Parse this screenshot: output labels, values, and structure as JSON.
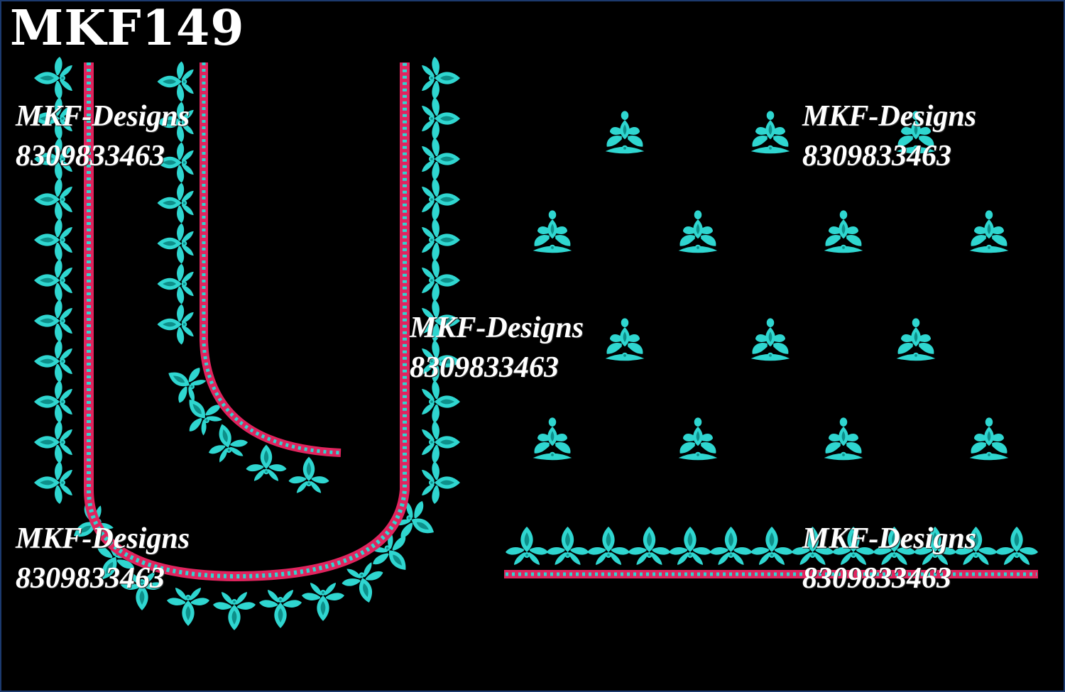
{
  "design_code": "MKF149",
  "watermarks": [
    {
      "brand": "MKF-Designs",
      "phone": "8309833463"
    },
    {
      "brand": "MKF-Designs",
      "phone": "8309833463"
    },
    {
      "brand": "MKF-Designs",
      "phone": "8309833463"
    },
    {
      "brand": "MKF-Designs",
      "phone": "8309833463"
    },
    {
      "brand": "MKF-Designs",
      "phone": "8309833463"
    }
  ],
  "colors": {
    "background": "#000000",
    "frame": "#1c3a6e",
    "motif": "#2fd6d0",
    "motif_dark": "#0e8f8a",
    "border_line": "#e0245e",
    "text": "#ffffff"
  },
  "icons": [
    "leaf-motif-icon",
    "bud-motif-icon"
  ]
}
